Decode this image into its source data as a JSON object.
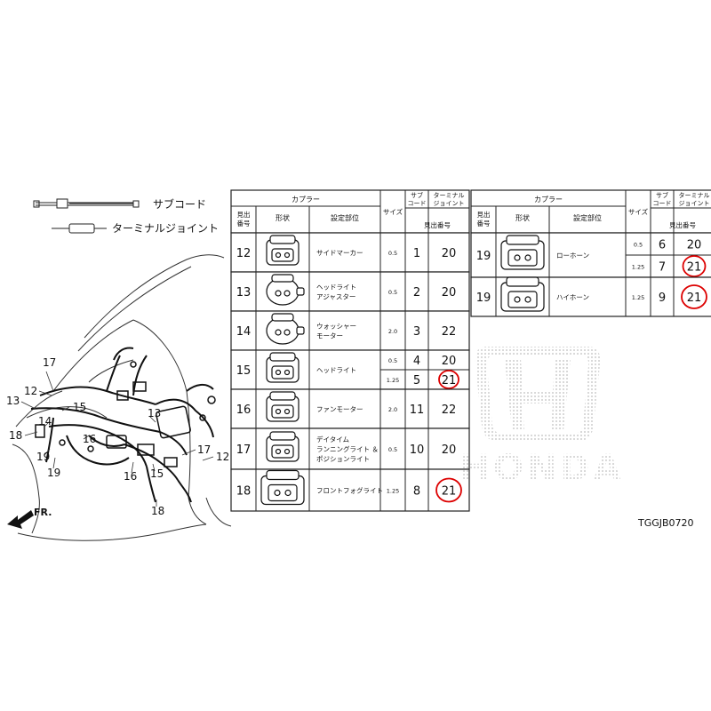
{
  "legend": {
    "sub_cord": "サブコード",
    "terminal_joint": "ターミナルジョイント"
  },
  "front_arrow_label": "FR.",
  "diagram_code": "TGGJB0720",
  "brand": "HONDA",
  "header": {
    "coupler": "カプラー",
    "ref_no_l1": "見出",
    "ref_no_l2": "番号",
    "shape": "形状",
    "location": "設定部位",
    "size": "サイズ",
    "sub_l1": "サブ",
    "sub_l2": "コード",
    "term_l1": "ターミナル",
    "term_l2": "ジョイント",
    "term_ref": "見出番号"
  },
  "callouts": {
    "c17a": "17",
    "c12a": "12",
    "c13a": "13",
    "c15a": "15",
    "c14": "14",
    "c18a": "18",
    "c16a": "16",
    "c19a": "19",
    "c19b": "19",
    "c13b": "13",
    "c17b": "17",
    "c12b": "12",
    "c16b": "16",
    "c15b": "15",
    "c18b": "18"
  },
  "table1": [
    {
      "no": "12",
      "name1": "サイドマーカー",
      "name2": "",
      "name3": "",
      "sub": [
        {
          "size": "0.5",
          "code": "1",
          "term": "20",
          "circled": false
        }
      ]
    },
    {
      "no": "13",
      "name1": "ヘッドライト",
      "name2": "アジャスター",
      "name3": "",
      "sub": [
        {
          "size": "0.5",
          "code": "2",
          "term": "20",
          "circled": false
        }
      ]
    },
    {
      "no": "14",
      "name1": "ウォッシャー",
      "name2": "モーター",
      "name3": "",
      "sub": [
        {
          "size": "2.0",
          "code": "3",
          "term": "22",
          "circled": false
        }
      ]
    },
    {
      "no": "15",
      "name1": "ヘッドライト",
      "name2": "",
      "name3": "",
      "sub": [
        {
          "size": "0.5",
          "code": "4",
          "term": "20",
          "circled": false
        },
        {
          "size": "1.25",
          "code": "5",
          "term": "21",
          "circled": true
        }
      ]
    },
    {
      "no": "16",
      "name1": "ファンモーター",
      "name2": "",
      "name3": "",
      "sub": [
        {
          "size": "2.0",
          "code": "11",
          "term": "22",
          "circled": false
        }
      ]
    },
    {
      "no": "17",
      "name1": "デイタイム",
      "name2": "ランニングライト ＆",
      "name3": "ポジションライト",
      "sub": [
        {
          "size": "0.5",
          "code": "10",
          "term": "20",
          "circled": false
        }
      ]
    },
    {
      "no": "18",
      "name1": "フロントフォグライト",
      "name2": "",
      "name3": "",
      "sub": [
        {
          "size": "1.25",
          "code": "8",
          "term": "21",
          "circled": true
        }
      ]
    }
  ],
  "table2": [
    {
      "no": "19",
      "name1": "ローホーン",
      "sub": [
        {
          "size": "0.5",
          "code": "6",
          "term": "20",
          "circled": false
        },
        {
          "size": "1.25",
          "code": "7",
          "term": "21",
          "circled": true
        }
      ]
    },
    {
      "no": "19",
      "name1": "ハイホーン",
      "sub": [
        {
          "size": "1.25",
          "code": "9",
          "term": "21",
          "circled": true
        }
      ]
    }
  ]
}
